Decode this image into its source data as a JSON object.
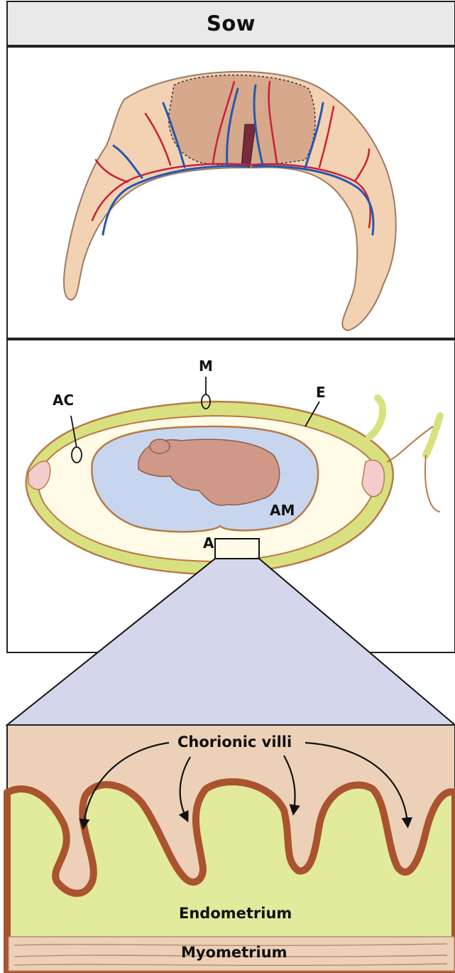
{
  "header": {
    "title": "Sow"
  },
  "membrane_labels": {
    "allantochorion": "AC",
    "mesoderm": "M",
    "endoderm": "E",
    "amnion": "AM",
    "allantois": "A"
  },
  "detail_labels": {
    "villi": "Chorionic villi",
    "endometrium": "Endometrium",
    "myometrium": "Myometrium"
  }
}
